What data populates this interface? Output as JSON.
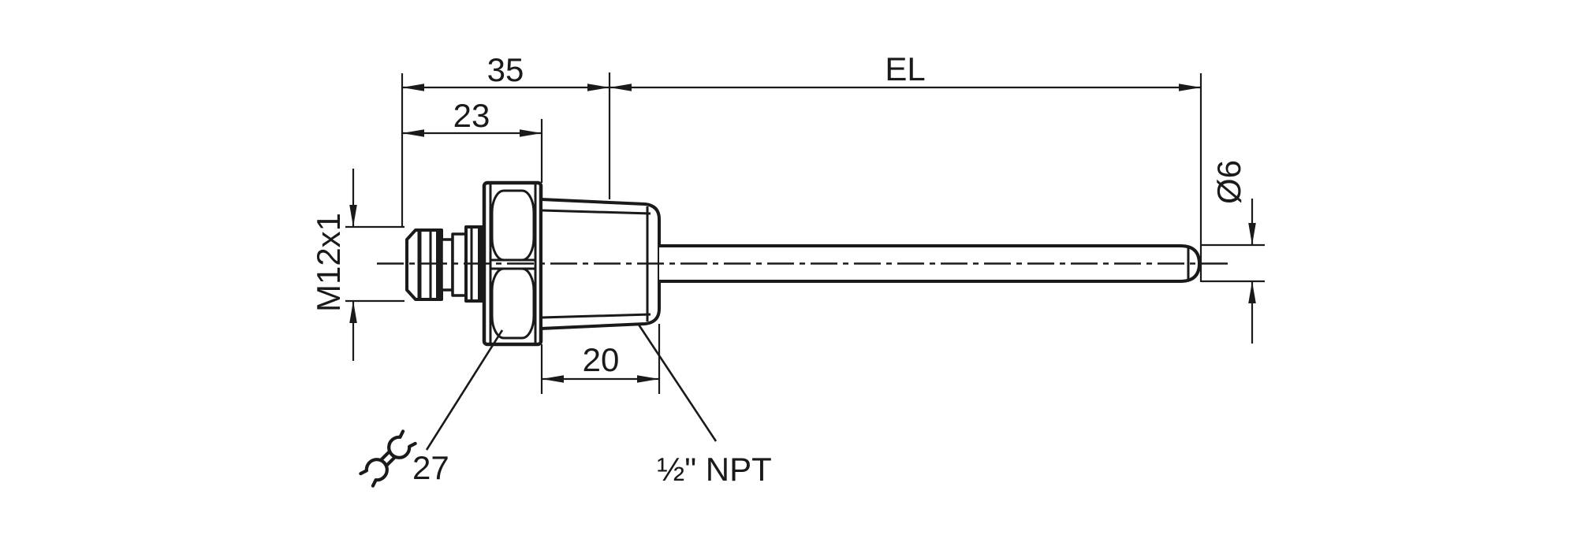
{
  "drawing": {
    "type": "technical-dimension-drawing",
    "subject": "screw-in temperature probe with M12 connector and NPT process thread",
    "colors": {
      "line": "#1a1a1a",
      "background": "#ffffff"
    },
    "labels": {
      "d35": "35",
      "d23": "23",
      "el": "EL",
      "m12": "M12x1",
      "dia6": "Ø6",
      "d20": "20",
      "wrench": "27",
      "npt": "½\" NPT"
    },
    "icons": [
      "wrench-icon"
    ]
  }
}
